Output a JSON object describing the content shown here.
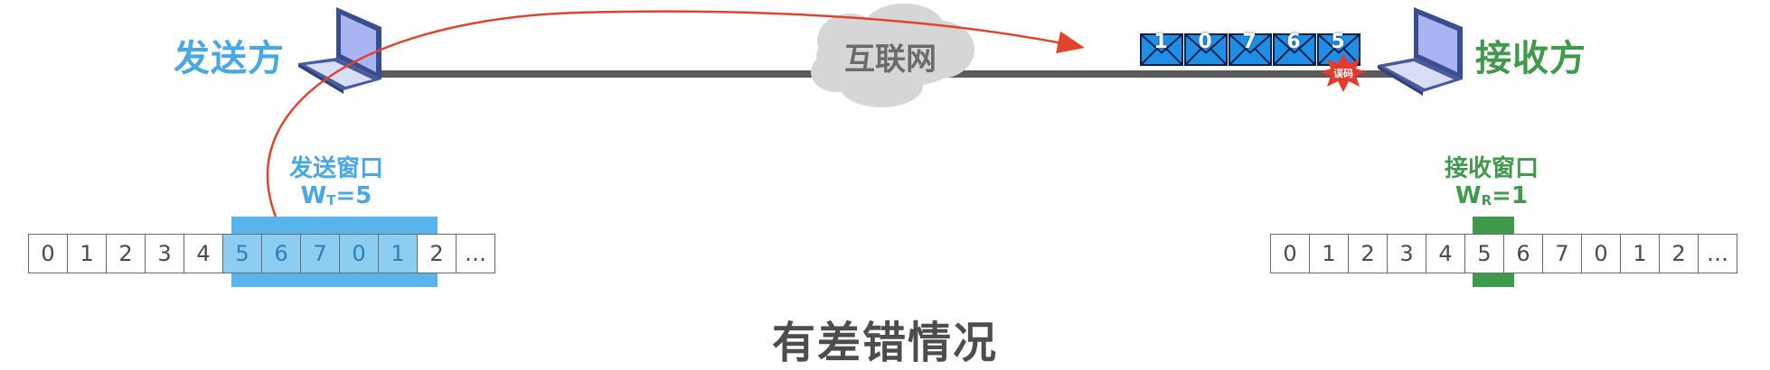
{
  "sender": {
    "label": "发送方",
    "window_title": "发送窗口",
    "window_size_main": "W",
    "window_size_sub": "T",
    "window_size_value": "=5",
    "sequence": [
      "0",
      "1",
      "2",
      "3",
      "4",
      "5",
      "6",
      "7",
      "0",
      "1",
      "2",
      "…"
    ],
    "window_cells": 5
  },
  "receiver": {
    "label": "接收方",
    "window_title": "接收窗口",
    "window_size_main": "W",
    "window_size_sub": "R",
    "window_size_value": "=1",
    "sequence": [
      "0",
      "1",
      "2",
      "3",
      "4",
      "5",
      "6",
      "7",
      "0",
      "1",
      "2",
      "…"
    ],
    "window_cells": 1
  },
  "network": {
    "label": "互联网"
  },
  "frames_in_transit": [
    "1",
    "0",
    "7",
    "6",
    "5"
  ],
  "error_badge": "误码",
  "caption": "有差错情况",
  "colors": {
    "sender_accent": "#47a8e6",
    "receiver_accent": "#3f9a4b",
    "arrow": "#e0442a",
    "link": "#5a5a5a",
    "frame_fill": "#1f8fe6",
    "error": "#e83a2a"
  },
  "icons": [
    "laptop-icon",
    "cloud-icon",
    "envelope-icon",
    "error-burst-icon",
    "curved-arrow-icon"
  ]
}
